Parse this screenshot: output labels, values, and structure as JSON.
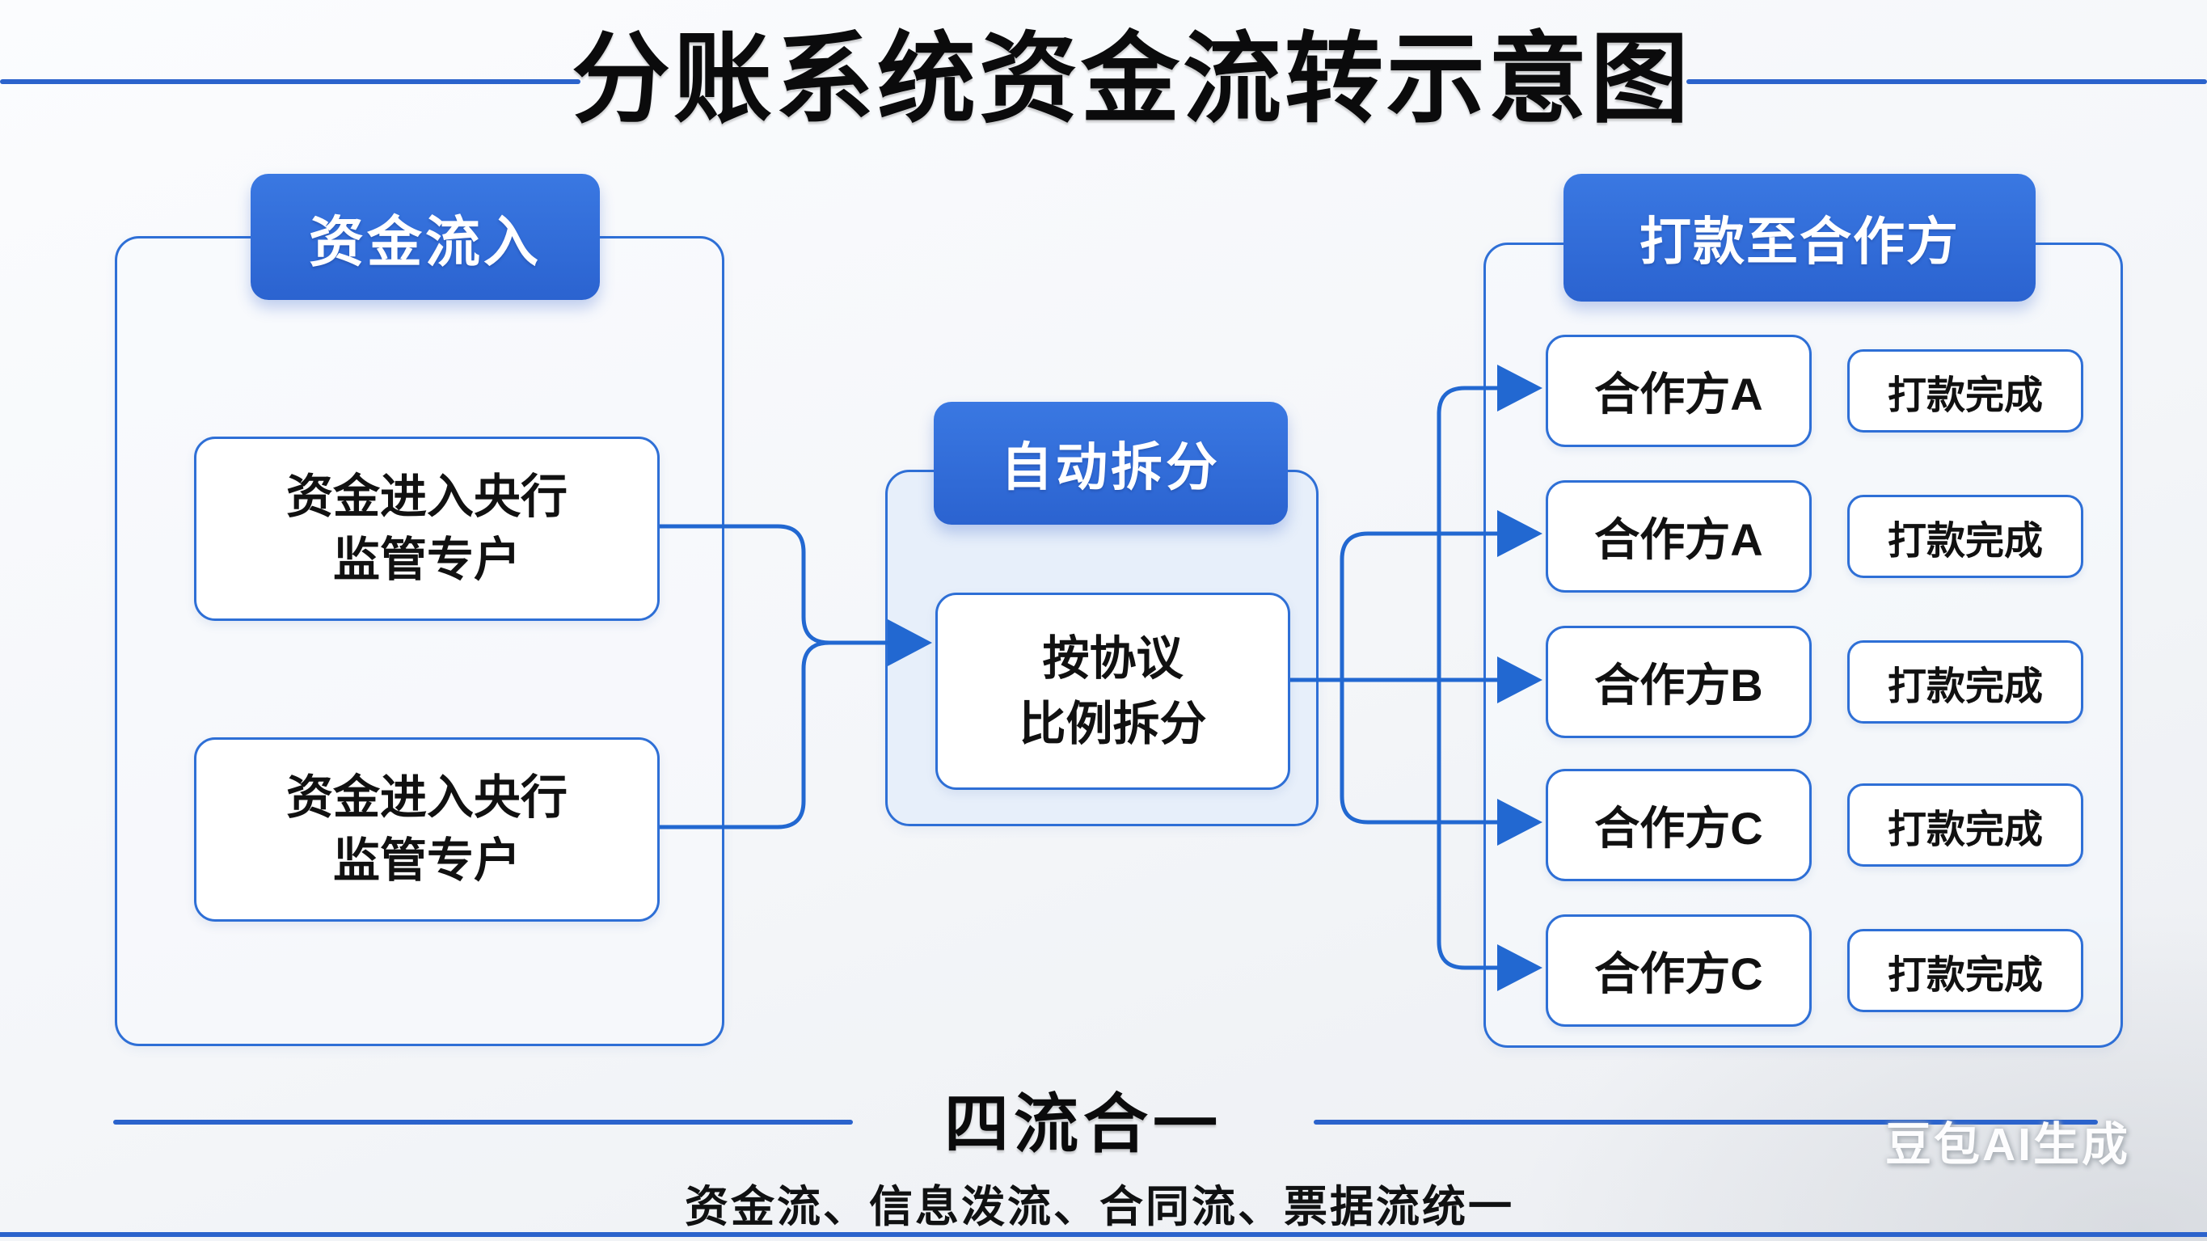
{
  "page": {
    "title": "分账系统资金流转示意图",
    "colors": {
      "accent_blue": "#2e6fd6",
      "header_gradient_top": "#3a78e2",
      "header_gradient_bottom": "#2b63d0",
      "wire_blue": "#2268d1",
      "divider_blue": "#2b63cc",
      "split_container_bg": "#e7effa",
      "text_black": "#0b0b0c"
    }
  },
  "sections": {
    "inflow": {
      "header": "资金流入",
      "boxes": [
        {
          "line1": "资金进入央行",
          "line2": "监管专户"
        },
        {
          "line1": "资金进入央行",
          "line2": "监管专户"
        }
      ]
    },
    "split": {
      "header": "自动拆分",
      "box": {
        "line1": "按协议",
        "line2": "比例拆分"
      }
    },
    "payout": {
      "header": "打款至合作方",
      "rows": [
        {
          "partner": "合作方A",
          "status": "打款完成"
        },
        {
          "partner": "合作方A",
          "status": "打款完成"
        },
        {
          "partner": "合作方B",
          "status": "打款完成"
        },
        {
          "partner": "合作方C",
          "status": "打款完成"
        },
        {
          "partner": "合作方C",
          "status": "打款完成"
        }
      ]
    }
  },
  "footer": {
    "slogan": "四流合一",
    "subtitle": "资金流、信息泼流、合同流、票据流统一",
    "watermark": "豆包AI生成"
  }
}
